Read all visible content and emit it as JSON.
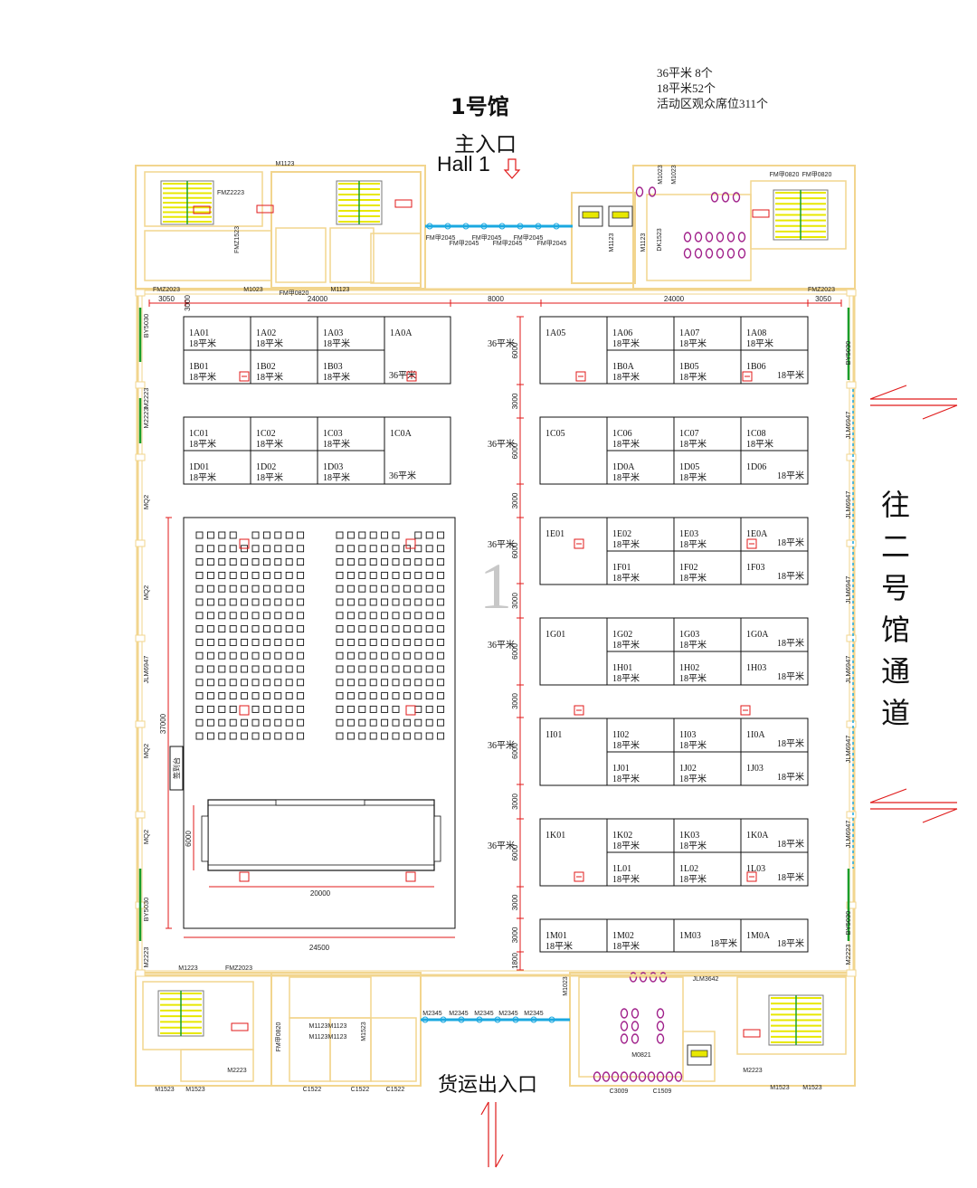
{
  "header": {
    "hall_name": "1号馆",
    "main_entrance": "主入口",
    "hall_en": "Hall 1",
    "cargo_entrance": "货运出入口",
    "side_direction": "往二号馆通道"
  },
  "summary": {
    "line1": "36平米  8个",
    "line2": "18平米52个",
    "line3": "活动区观众席位311个"
  },
  "big_number": "1",
  "dimensions": {
    "top": [
      "3050",
      "24000",
      "8000",
      "24000",
      "3050"
    ],
    "top_vert": "3000",
    "right_column": [
      "6000",
      "3000",
      "6000",
      "3000",
      "6000",
      "3000",
      "6000",
      "3000",
      "6000",
      "3000",
      "6000",
      "3000",
      "3000",
      "1800"
    ],
    "area_height": "37000",
    "area_width": "24500",
    "stage_width": "20000",
    "stage_height": "6000"
  },
  "booth_sizes": {
    "s18": "18平米",
    "s36": "36平米"
  },
  "left_blocks": [
    {
      "top": [
        "1A01",
        "1A02",
        "1A03"
      ],
      "bottom": [
        "1B01",
        "1B02",
        "1B03"
      ],
      "big": "1A0A"
    },
    {
      "top": [
        "1C01",
        "1C02",
        "1C03"
      ],
      "bottom": [
        "1D01",
        "1D02",
        "1D03"
      ],
      "big": "1C0A"
    }
  ],
  "right_blocks": [
    {
      "big": "1A05",
      "top": [
        "1A06",
        "1A07",
        "1A08"
      ],
      "bottom": [
        "1B0A",
        "1B05",
        "1B06"
      ]
    },
    {
      "big": "1C05",
      "top": [
        "1C06",
        "1C07",
        "1C08"
      ],
      "bottom": [
        "1D0A",
        "1D05",
        "1D06"
      ]
    },
    {
      "big": "1E01",
      "top": [
        "1E02",
        "1E03",
        "1E0A"
      ],
      "bottom": [
        "1F01",
        "1F02",
        "1F03"
      ]
    },
    {
      "big": "1G01",
      "top": [
        "1G02",
        "1G03",
        "1G0A"
      ],
      "bottom": [
        "1H01",
        "1H02",
        "1H03"
      ]
    },
    {
      "big": "1I01",
      "top": [
        "1I02",
        "1I03",
        "1I0A"
      ],
      "bottom": [
        "1J01",
        "1J02",
        "1J03"
      ]
    },
    {
      "big": "1K01",
      "top": [
        "1K02",
        "1K03",
        "1K0A"
      ],
      "bottom": [
        "1L01",
        "1L02",
        "1L03"
      ]
    }
  ],
  "m_row": [
    "1M01",
    "1M02",
    "1M03",
    "1M0A"
  ],
  "activity": {
    "side_label": "签到台"
  },
  "wall_labels": {
    "left": [
      "BY5030",
      "M2223",
      "M2223",
      "MQ2",
      "MQ2",
      "JLM6947",
      "MQ2",
      "MQ2",
      "BY5030",
      "M2223"
    ],
    "right": [
      "BY5030",
      "JLM6947",
      "JLM6947",
      "JLM6947",
      "JLM6947",
      "JLM6947",
      "JLM6947",
      "BY5030",
      "M2223"
    ],
    "top": [
      "M1123",
      "FMZ2223",
      "FMZ1523",
      "FMZ2023",
      "M1023",
      "FM甲0820",
      "M1123",
      "FM甲2045",
      "FM甲2045",
      "FM甲2045",
      "FM甲2045",
      "FM甲2045",
      "FM甲2045",
      "M1123",
      "M1023",
      "M1023",
      "FM甲0820",
      "FM甲0820",
      "FMZ2023",
      "M1123",
      "DK1523"
    ],
    "bottom": [
      "M1223",
      "FMZ2023",
      "FM甲0820",
      "M1123",
      "M1123",
      "M1123",
      "M1123",
      "M1523",
      "M2345",
      "M2345",
      "M2345",
      "M2345",
      "M2345",
      "M1523",
      "M1523",
      "C1522",
      "C1522",
      "C1522",
      "M2223",
      "M1023",
      "JLM3642",
      "M0821",
      "C3009",
      "C1509",
      "M2223",
      "M1523",
      "M1523"
    ]
  },
  "colors": {
    "wall": "#f2d58e",
    "red": "#e01a1a",
    "glass": "#1aa8e0",
    "stair": "#e8e800",
    "toilet": "#a0208a",
    "green": "#1a9e2a"
  }
}
